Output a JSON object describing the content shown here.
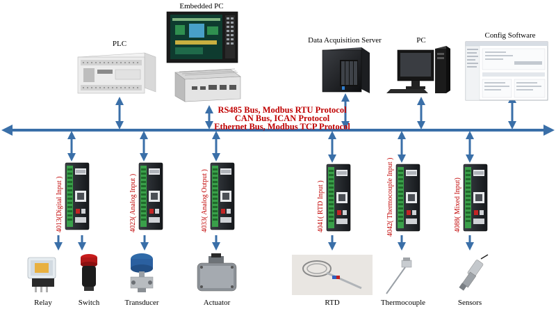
{
  "devices_top": {
    "plc": "PLC",
    "embedded_pc": "Embedded PC",
    "data_server": "Data Acquisition Server",
    "pc": "PC",
    "config_software": "Config Software"
  },
  "bus_protocols": {
    "line1": "RS485 Bus, Modbus RTU Protocol",
    "line2": "CAN Bus, ICAN Protocol",
    "line3": "Ethernet Bus, Modbus TCP Protocol"
  },
  "modules": [
    {
      "label": "4013(Digital Input )"
    },
    {
      "label": "4023( Analog Input )"
    },
    {
      "label": "4033( Analog Output )"
    },
    {
      "label": "4041( RTD Input )"
    },
    {
      "label": "4042( Thermocouple Input )"
    },
    {
      "label": "4088( Mixed Input)"
    }
  ],
  "field_devices": {
    "relay": "Relay",
    "switch": "Switch",
    "transducer": "Transducer",
    "actuator": "Actuator",
    "rtd": "RTD",
    "thermocouple": "Thermocouple",
    "sensors": "Sensors"
  },
  "colors": {
    "bus": "#3a6fa8",
    "arrow": "#3a6fa8",
    "protocol_text": "#c00000",
    "module_body": "#202428",
    "terminal_green": "#3aa04a"
  }
}
